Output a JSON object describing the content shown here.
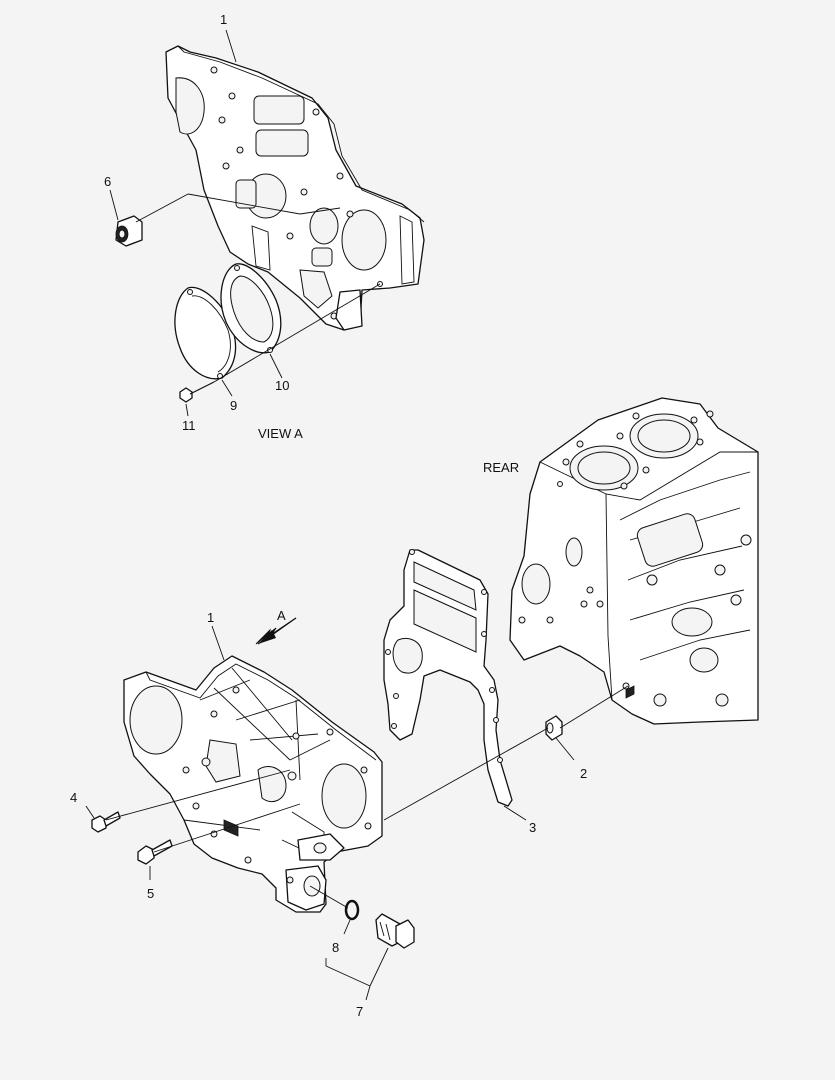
{
  "labels": {
    "view_a": "VIEW  A",
    "rear": "REAR",
    "arrow_a": "A"
  },
  "callouts": [
    {
      "id": "1"
    },
    {
      "id": "6"
    },
    {
      "id": "10"
    },
    {
      "id": "9"
    },
    {
      "id": "11"
    },
    {
      "id": "1"
    },
    {
      "id": "2"
    },
    {
      "id": "3"
    },
    {
      "id": "4"
    },
    {
      "id": "5"
    },
    {
      "id": "8"
    },
    {
      "id": "7"
    }
  ],
  "colors": {
    "background": "#f4f4f4",
    "line": "#111111",
    "part_fill": "#ffffff"
  }
}
